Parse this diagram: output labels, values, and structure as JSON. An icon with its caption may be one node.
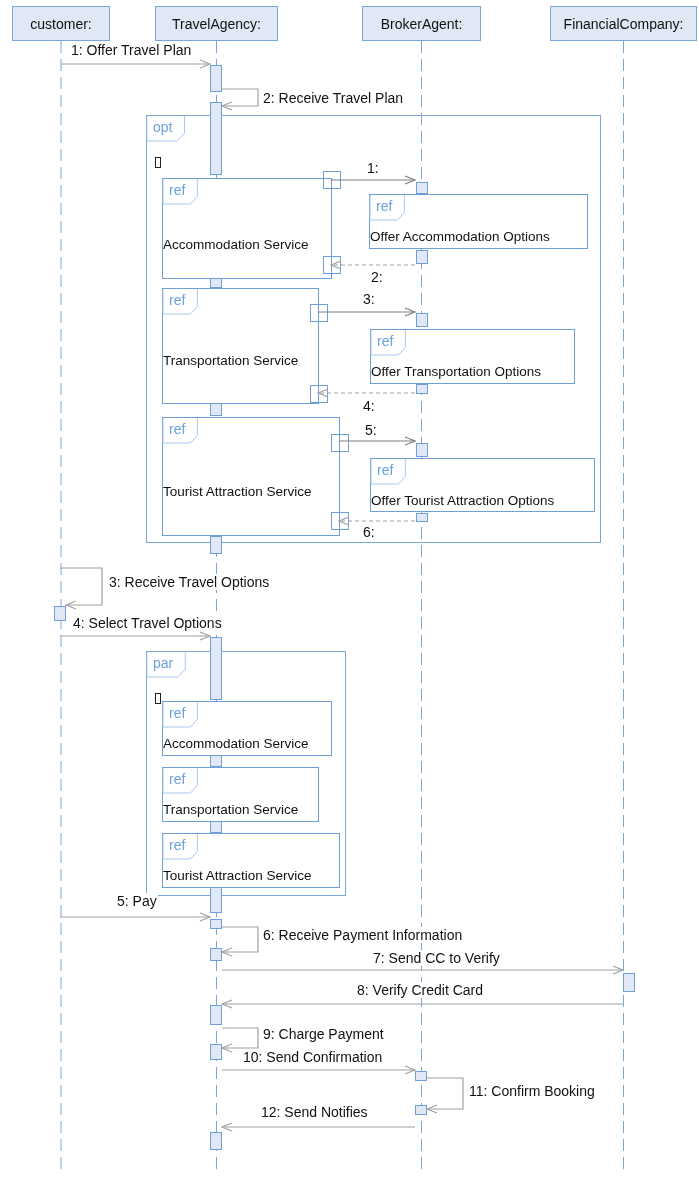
{
  "diagram": {
    "nodes": [
      {
        "text": [
          "customer:"
        ]
      },
      {
        "text": [
          "TravelAgency:"
        ]
      },
      {
        "text": [
          "BrokerAgent:"
        ]
      },
      {
        "text": [
          "FinancialCompany:"
        ]
      },
      {
        "text": [],
        "shape": "bar"
      },
      {
        "text": [],
        "shape": "bar"
      },
      {
        "text": [
          "opt"
        ]
      },
      {
        "text": [
          "ref",
          "Accommodation Service"
        ],
        "in": 6
      },
      {
        "text": [],
        "shape": "bar",
        "in": 6
      },
      {
        "text": [
          "ref",
          "Offer Accommodation Options"
        ],
        "in": 6
      },
      {
        "text": [],
        "shape": "bar",
        "in": 6
      },
      {
        "text": [
          "ref",
          "Transportation Service"
        ],
        "in": 6
      },
      {
        "text": [],
        "shape": "bar",
        "in": 6
      },
      {
        "text": [
          "ref",
          "Offer Transportation Options"
        ],
        "in": 6
      },
      {
        "text": [],
        "shape": "bar",
        "in": 6
      },
      {
        "text": [
          "ref",
          "Tourist Attraction Service"
        ],
        "in": 6
      },
      {
        "text": [],
        "shape": "bar",
        "in": 6
      },
      {
        "text": [
          "ref",
          "Offer Tourist Attraction Options"
        ],
        "in": 6
      },
      {
        "text": [],
        "shape": "bar",
        "in": 6
      },
      {
        "text": [],
        "shape": "bar"
      },
      {
        "text": [],
        "shape": "bar"
      },
      {
        "text": [
          "par"
        ]
      },
      {
        "text": [
          "ref",
          "Accommodation Service"
        ],
        "in": 21
      },
      {
        "text": [
          "ref",
          "Transportation Service"
        ],
        "in": 21
      },
      {
        "text": [
          "ref",
          "Tourist Attraction Service"
        ],
        "in": 21
      },
      {
        "text": [],
        "shape": "bar"
      },
      {
        "text": [],
        "shape": "bar"
      },
      {
        "text": [],
        "shape": "bar"
      },
      {
        "text": [],
        "shape": "bar"
      },
      {
        "text": [],
        "shape": "bar"
      },
      {
        "text": [],
        "shape": "bar"
      },
      {
        "text": [],
        "shape": "bar"
      },
      {
        "text": [],
        "shape": "bar"
      }
    ],
    "edges": [
      {
        "from": 0,
        "to": 4,
        "arrow": "to",
        "label": "1: Offer Travel Plan"
      },
      {
        "from": 4,
        "to": 5,
        "arrow": "to",
        "label": "2: Receive Travel Plan"
      },
      {
        "from": 7,
        "to": 8,
        "arrow": "to",
        "label": "1:",
        "color": "#7f7f7f"
      },
      {
        "from": 10,
        "to": 7,
        "arrow": "to",
        "label": "2:",
        "style": "dashed"
      },
      {
        "from": 11,
        "to": 12,
        "arrow": "to",
        "label": "3:",
        "color": "#7f7f7f"
      },
      {
        "from": 14,
        "to": 11,
        "arrow": "to",
        "label": "4:",
        "style": "dashed"
      },
      {
        "from": 15,
        "to": 16,
        "arrow": "to",
        "label": "5:",
        "color": "#7f7f7f"
      },
      {
        "from": 18,
        "to": 15,
        "arrow": "to",
        "label": "6:",
        "style": "dashed"
      },
      {
        "from": null,
        "to": 19,
        "arrow": "to",
        "label": "3: Receive Travel Options"
      },
      {
        "from": null,
        "to": 20,
        "arrow": "to",
        "label": "4: Select Travel Options"
      },
      {
        "from": null,
        "to": 25,
        "arrow": "to",
        "label": "5: Pay"
      },
      {
        "from": 25,
        "to": 26,
        "arrow": "to",
        "label": "6: Receive Payment Information"
      },
      {
        "from": 26,
        "to": 27,
        "arrow": "to",
        "label": "7: Send CC to Verify"
      },
      {
        "from": 27,
        "to": 28,
        "arrow": "to",
        "label": "8: Verify Credit Card"
      },
      {
        "from": 28,
        "to": 29,
        "arrow": "to",
        "label": "9: Charge Payment"
      },
      {
        "from": 29,
        "to": 30,
        "arrow": "to",
        "label": "10: Send Confirmation"
      },
      {
        "from": 30,
        "to": 31,
        "arrow": "to",
        "label": "11: Confirm Booking"
      },
      {
        "from": 31,
        "to": 32,
        "arrow": "to",
        "label": "12: Send Notifies"
      }
    ]
  }
}
